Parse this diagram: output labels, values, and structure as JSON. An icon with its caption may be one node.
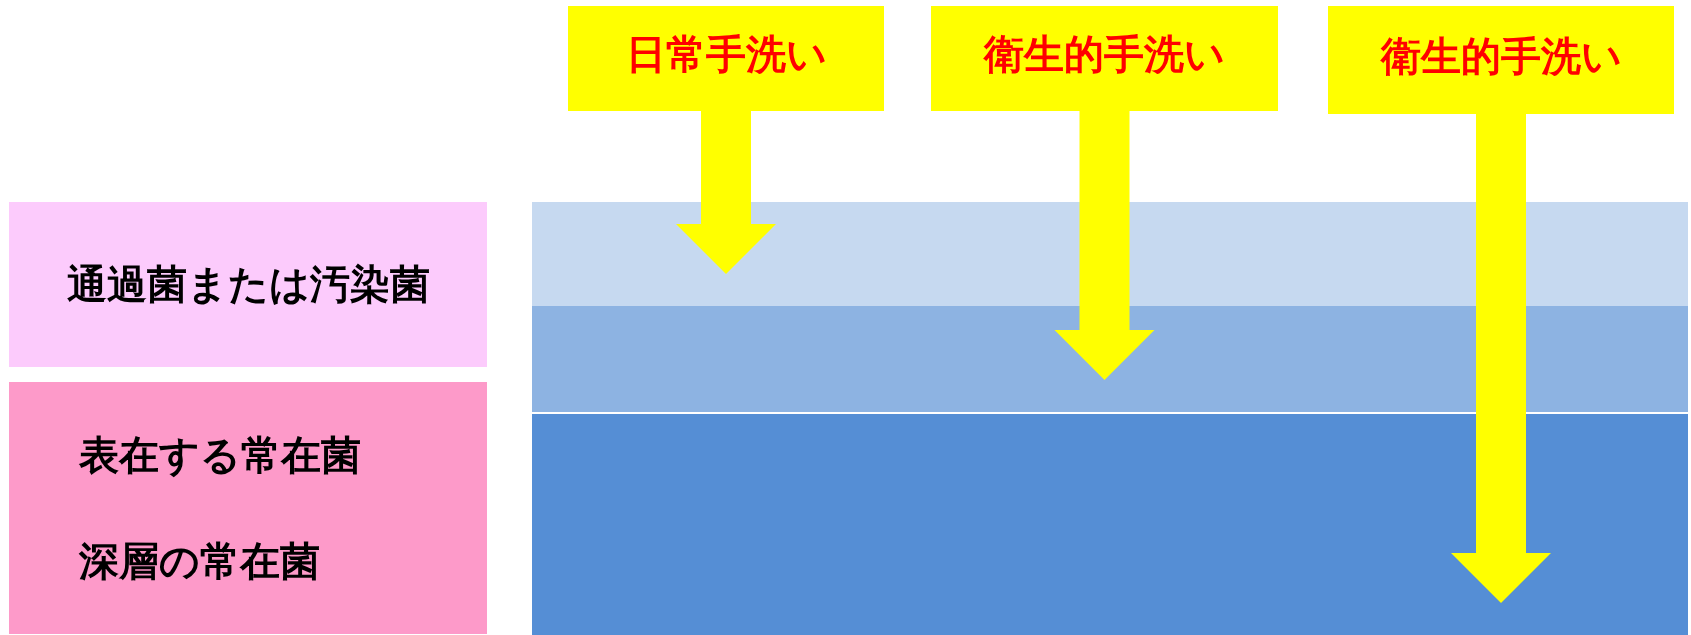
{
  "diagram": {
    "nodes": [
      {
        "text": [
          "日常手洗い"
        ]
      },
      {
        "text": [
          "衛生的手洗い"
        ]
      },
      {
        "text": [
          "衛生的手洗い"
        ]
      },
      {
        "text": [
          "通過菌または汚染菌"
        ]
      },
      {
        "text": [
          "表在する常在菌",
          "深層の常在菌"
        ]
      },
      {
        "text": [],
        "shape": "box"
      },
      {
        "text": [],
        "shape": "box"
      },
      {
        "text": [],
        "shape": "box"
      }
    ],
    "edges": [
      {
        "from": 0,
        "to": 5,
        "arrow": "to"
      },
      {
        "from": 1,
        "to": 6,
        "arrow": "to"
      },
      {
        "from": 2,
        "to": 7,
        "arrow": "to"
      }
    ]
  }
}
